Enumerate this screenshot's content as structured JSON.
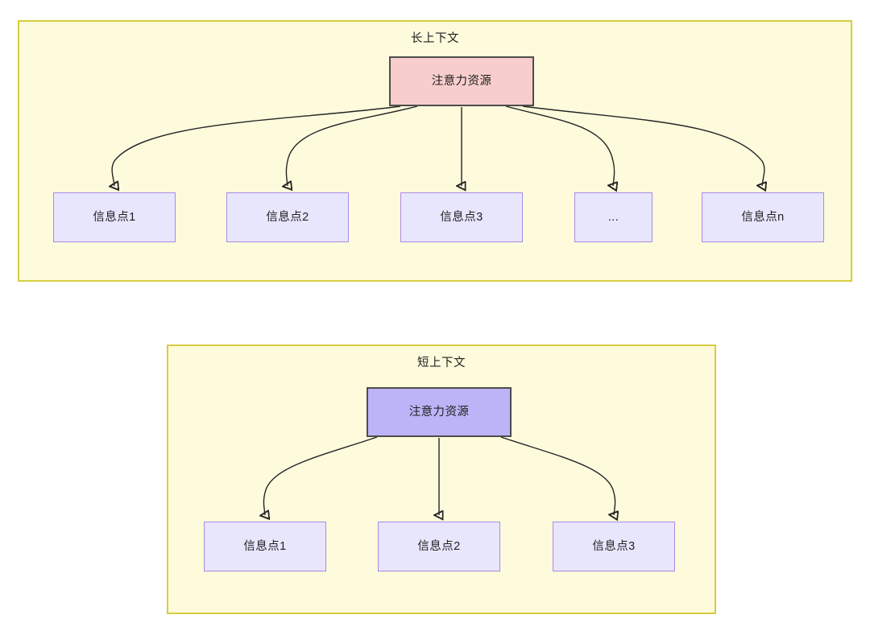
{
  "diagram": {
    "type": "flowchart",
    "background": "#ffffff",
    "colors": {
      "container_fill": "#fdfbdc",
      "container_border": "#d6cd3e",
      "attention_long_fill": "#f8cecc",
      "attention_long_border": "#4d4d4d",
      "attention_short_fill": "#bcb4f7",
      "attention_short_border": "#4d4d4d",
      "info_fill": "#e8e6fd",
      "info_border": "#a98ae6",
      "edge_stroke": "#252525",
      "text": "#1f1f1f"
    },
    "groups": [
      {
        "id": "long-context",
        "title": "长上下文",
        "root": {
          "id": "attention-long",
          "label": "注意力资源"
        },
        "children": [
          {
            "id": "info-long-1",
            "label": "信息点1"
          },
          {
            "id": "info-long-2",
            "label": "信息点2"
          },
          {
            "id": "info-long-3",
            "label": "信息点3"
          },
          {
            "id": "info-long-ellipsis",
            "label": "..."
          },
          {
            "id": "info-long-n",
            "label": "信息点n"
          }
        ]
      },
      {
        "id": "short-context",
        "title": "短上下文",
        "root": {
          "id": "attention-short",
          "label": "注意力资源"
        },
        "children": [
          {
            "id": "info-short-1",
            "label": "信息点1"
          },
          {
            "id": "info-short-2",
            "label": "信息点2"
          },
          {
            "id": "info-short-3",
            "label": "信息点3"
          }
        ]
      }
    ]
  }
}
